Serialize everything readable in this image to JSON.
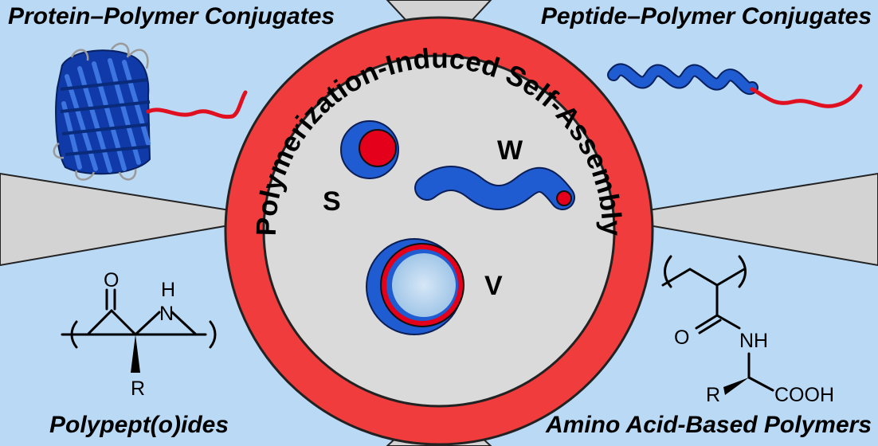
{
  "quadrants": {
    "top_left": {
      "label": "Protein–Polymer Conjugates"
    },
    "top_right": {
      "label": "Peptide–Polymer Conjugates"
    },
    "bottom_left": {
      "label": "Polypept(o)ides"
    },
    "bottom_right": {
      "label": "Amino Acid-Based Polymers"
    }
  },
  "center": {
    "ring_title": "Polymerization-Induced Self-Assembly",
    "morphologies": {
      "spheres": "S",
      "worms": "W",
      "vesicles": "V"
    }
  },
  "structures": {
    "polypeptide": {
      "carbonyl_o": "O",
      "amide_h": "H",
      "amide_n": "N",
      "side_chain": "R"
    },
    "amino_acid_polymer": {
      "carbonyl_o": "O",
      "amide_nh": "NH",
      "side_chain": "R",
      "acid": "COOH"
    }
  },
  "colors": {
    "background": "#b9d9f5",
    "wedge_gray": "#d3d3d3",
    "ring_red": "#f03c3c",
    "center_gray": "#dadada",
    "core_red": "#e4001b",
    "corona_blue": "#1f5bd1",
    "vesicle_lumen": "#b7d4ee"
  },
  "icons": [
    "protein-beta-barrel-icon",
    "alpha-helix-peptide-icon"
  ]
}
